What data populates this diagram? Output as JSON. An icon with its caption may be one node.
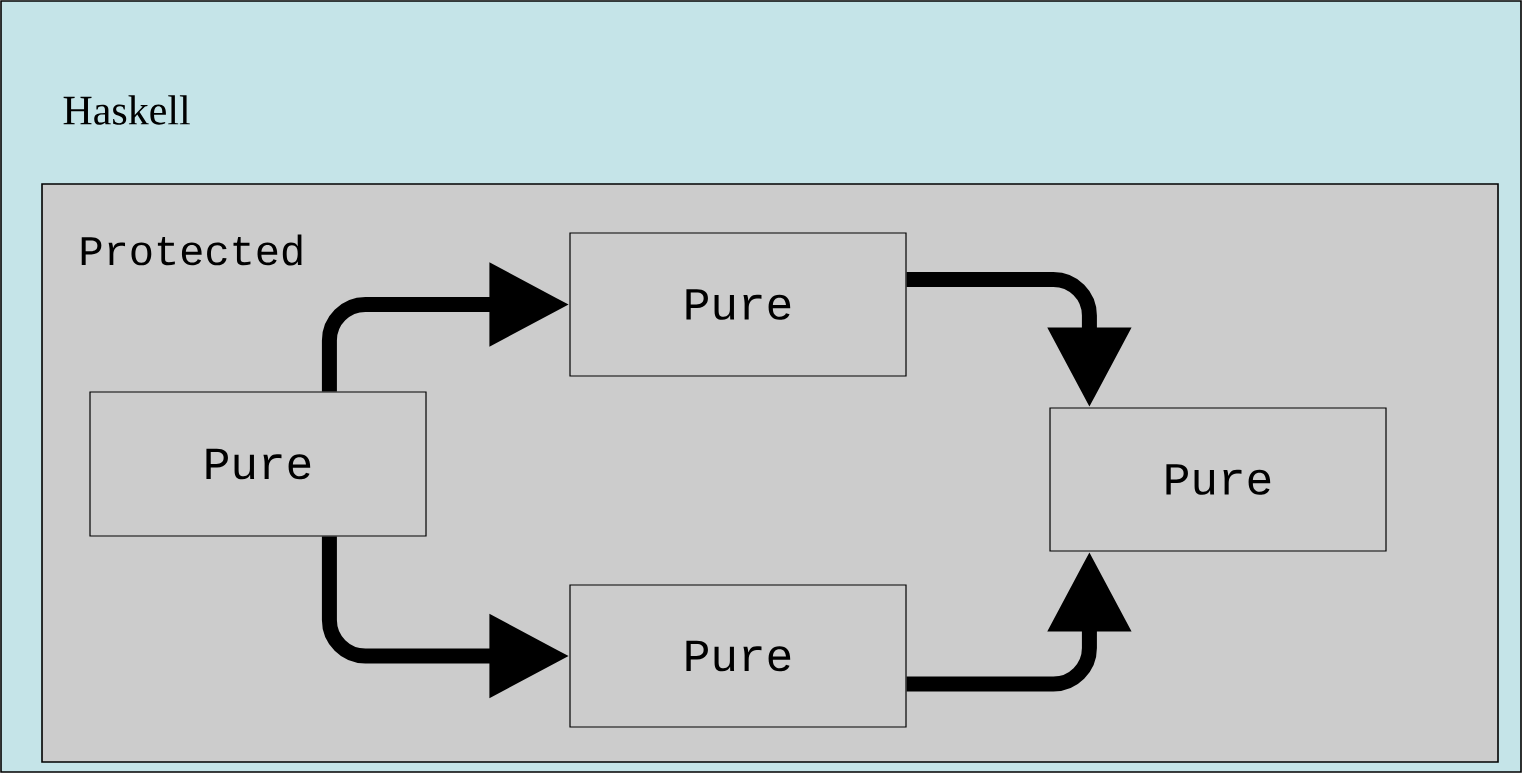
{
  "diagram": {
    "nodes": [
      {
        "text": [
          "Haskell"
        ]
      },
      {
        "text": [
          "Protected"
        ],
        "in": 0
      },
      {
        "text": [
          "Pure"
        ],
        "in": 1
      },
      {
        "text": [
          "Pure"
        ],
        "in": 1
      },
      {
        "text": [
          "Pure"
        ],
        "in": 1
      },
      {
        "text": [
          "Pure"
        ],
        "in": 1
      }
    ],
    "edges": [
      {
        "from": 2,
        "to": 3,
        "arrow": "to"
      },
      {
        "from": 2,
        "to": 4,
        "arrow": "to"
      },
      {
        "from": 3,
        "to": 5,
        "arrow": "to"
      },
      {
        "from": 4,
        "to": 5,
        "arrow": "to"
      }
    ]
  }
}
